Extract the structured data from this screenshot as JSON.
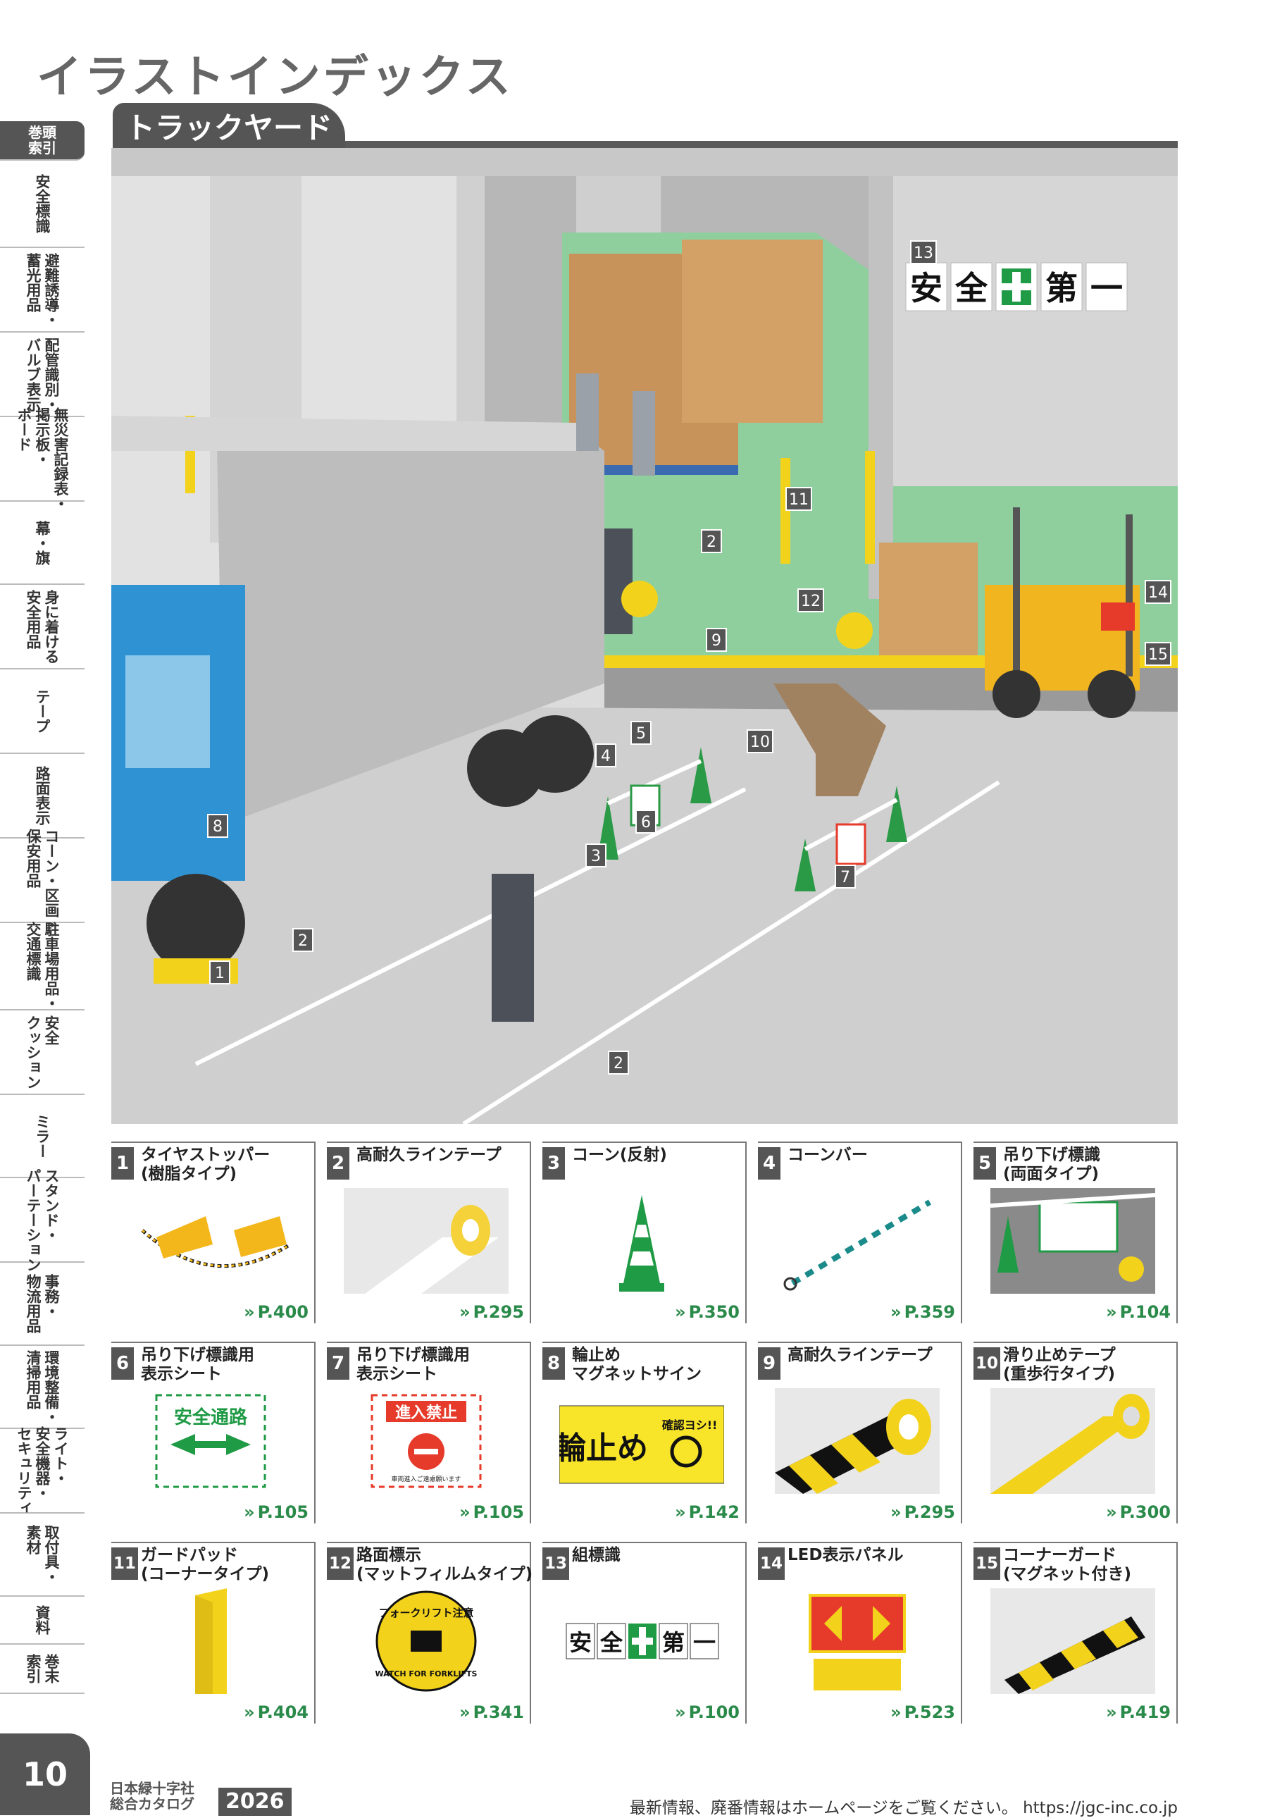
{
  "page_title": "イラストインデックス",
  "section_title": "トラックヤード",
  "sidebar": [
    {
      "label": "巻頭\n索引",
      "active": true
    },
    {
      "label": "安全標識"
    },
    {
      "label": "避難誘導・\n蓄光用品"
    },
    {
      "label": "配管識別・\nバルブ表示"
    },
    {
      "label": "無災害記録表・\n掲示板・\nボード"
    },
    {
      "label": "幕・旗"
    },
    {
      "label": "身に着ける\n安全用品"
    },
    {
      "label": "テープ"
    },
    {
      "label": "路面表示"
    },
    {
      "label": "コーン・区画・\n保安用品"
    },
    {
      "label": "駐車場用品・\n交通標識"
    },
    {
      "label": "安全\nクッション"
    },
    {
      "label": "ミラー"
    },
    {
      "label": "スタンド・\nパーテーション"
    },
    {
      "label": "事務・\n物流用品"
    },
    {
      "label": "環境整備・\n清掃用品"
    },
    {
      "label": "ライト・\n安全機器・\nセキュリティ"
    },
    {
      "label": "取付具・\n素材"
    },
    {
      "label": "資料"
    },
    {
      "label": "巻末\n索引"
    }
  ],
  "illustration": {
    "sign_chars": [
      "安",
      "全",
      "第",
      "一"
    ]
  },
  "products": [
    {
      "num": "1",
      "name": "タイヤストッパー\n(樹脂タイプ)",
      "page": "P.400"
    },
    {
      "num": "2",
      "name": "高耐久ラインテープ",
      "page": "P.295"
    },
    {
      "num": "3",
      "name": "コーン(反射)",
      "page": "P.350"
    },
    {
      "num": "4",
      "name": "コーンバー",
      "page": "P.359"
    },
    {
      "num": "5",
      "name": "吊り下げ標識\n(両面タイプ)",
      "page": "P.104"
    },
    {
      "num": "6",
      "name": "吊り下げ標識用\n表示シート",
      "page": "P.105",
      "img_text": "安全通路"
    },
    {
      "num": "7",
      "name": "吊り下げ標識用\n表示シート",
      "page": "P.105",
      "img_text": "進入禁止",
      "img_sub": "車両進入ご遠慮願います"
    },
    {
      "num": "8",
      "name": "輪止め\nマグネットサイン",
      "page": "P.142",
      "img_text": "輪止め",
      "img_sub": "確認ヨシ!!"
    },
    {
      "num": "9",
      "name": "高耐久ラインテープ",
      "page": "P.295"
    },
    {
      "num": "10",
      "name": "滑り止めテープ\n(重歩行タイプ)",
      "page": "P.300"
    },
    {
      "num": "11",
      "name": "ガードパッド\n(コーナータイプ)",
      "page": "P.404"
    },
    {
      "num": "12",
      "name": "路面標示\n(マットフィルムタイプ)",
      "page": "P.341",
      "img_text": "フォークリフト注意",
      "img_sub": "WATCH FOR FORKLIFTS"
    },
    {
      "num": "13",
      "name": "組標識",
      "page": "P.100"
    },
    {
      "num": "14",
      "name": "LED表示パネル",
      "page": "P.523"
    },
    {
      "num": "15",
      "name": "コーナーガード\n(マグネット付き)",
      "page": "P.419"
    }
  ],
  "footer": {
    "page_number": "10",
    "brand": "日本緑十字社\n総合カタログ",
    "year": "2026",
    "note": "最新情報、廃番情報はホームページをご覧ください。 https://jgc-inc.co.jp"
  }
}
